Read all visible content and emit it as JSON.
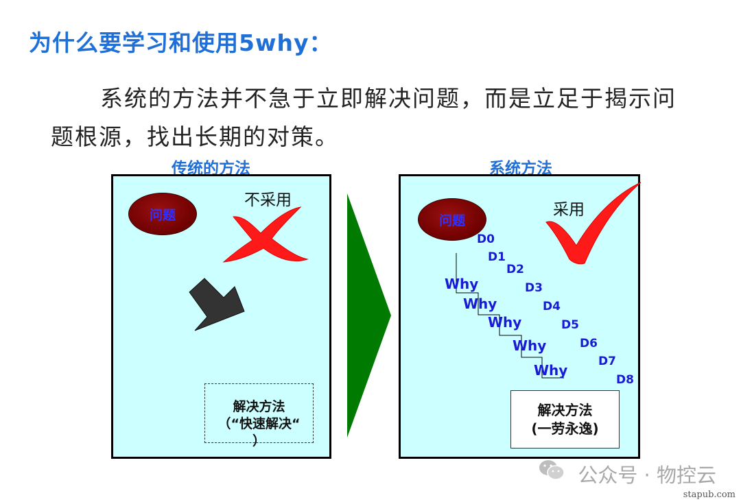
{
  "page": {
    "title": "为什么要学习和使用5why：",
    "paragraph": "系统的方法并不急于立即解决问题，而是立足于揭示问题根源，找出长期的对策。"
  },
  "left_panel": {
    "title": "传统的方法",
    "problem_label": "问题",
    "status_label": "不采用",
    "solution_line1": "解决方法",
    "solution_line2": "（“快速解决“",
    "solution_line3": "）"
  },
  "right_panel": {
    "title": "系统方法",
    "problem_label": "问题",
    "status_label": "采用",
    "d_labels": [
      "D0",
      "D1",
      "D2",
      "D3",
      "D4",
      "D5",
      "D6",
      "D7",
      "D8"
    ],
    "why_labels": [
      "Why",
      "Why",
      "Why",
      "Why",
      "Why"
    ],
    "solution_line1": "解决方法",
    "solution_line2": "(一劳永逸)"
  },
  "watermark": {
    "brand_text": "公众号 · 物控云",
    "site": "stapub.com"
  },
  "colors": {
    "title_blue": "#1f6fd6",
    "panel_bg": "#ccffff",
    "cross_red": "#ff1a1a",
    "arrow_green": "#007a00",
    "label_blue": "#1a1ad6"
  }
}
